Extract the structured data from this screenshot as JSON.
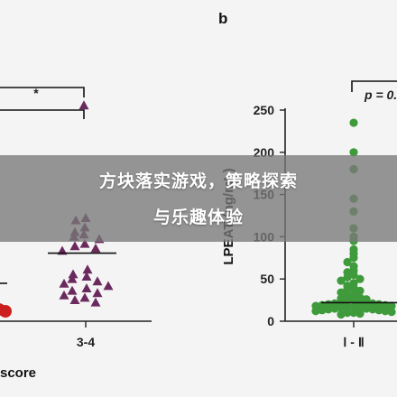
{
  "panel_b": {
    "label": "b"
  },
  "left_axis": {
    "tick_label": "3-4",
    "xtitle_fragment": "score",
    "significance_label": "*"
  },
  "right_axis": {
    "ylabel": "LPEAT (ng/mL)",
    "tick_label": "Ⅰ - Ⅱ",
    "p_label": "p = 0."
  },
  "banner": {
    "line1": "方块落实游戏，策略探索",
    "line2": "与乐趣体验"
  },
  "colors": {
    "triangle": "#6b2a5e",
    "dot": "#3f9a3b",
    "red": "#cc1e1e",
    "banner_bg": "#7a7a7a"
  },
  "chart_data": [
    {
      "type": "scatter",
      "title": "",
      "xlabel": "score",
      "ylabel": "",
      "categories": [
        "3-4"
      ],
      "series": [
        {
          "marker": "triangle",
          "color": "#6b2a5e",
          "values": [
            0.92,
            0.44,
            0.43,
            0.4,
            0.38,
            0.37,
            0.36,
            0.35,
            0.33,
            0.32,
            0.31,
            0.3,
            0.22,
            0.2,
            0.19,
            0.18,
            0.17,
            0.16,
            0.15,
            0.14,
            0.13,
            0.12,
            0.11,
            0.1,
            0.09,
            0.08
          ]
        }
      ],
      "median": 0.29
    },
    {
      "type": "scatter",
      "title": "",
      "xlabel": "",
      "ylabel": "LPEAT (ng/mL)",
      "ylim": [
        0,
        250
      ],
      "yticks": [
        0,
        50,
        100,
        150,
        200,
        250
      ],
      "categories": [
        "Ⅰ - Ⅱ"
      ],
      "series": [
        {
          "marker": "dot",
          "color": "#3f9a3b",
          "values": [
            235,
            200,
            180,
            145,
            130,
            110,
            100,
            95,
            85,
            80,
            75,
            70,
            65,
            60,
            58,
            55,
            52,
            50,
            48,
            45,
            42,
            40,
            38,
            36,
            34,
            32,
            30,
            28,
            27,
            26,
            25,
            24,
            23,
            22,
            22,
            21,
            21,
            20,
            20,
            19,
            19,
            18,
            18,
            17,
            17,
            16,
            16,
            15,
            15,
            14,
            14,
            13,
            13,
            12,
            12,
            11,
            10,
            10,
            9,
            8
          ]
        }
      ],
      "median": 22
    }
  ]
}
